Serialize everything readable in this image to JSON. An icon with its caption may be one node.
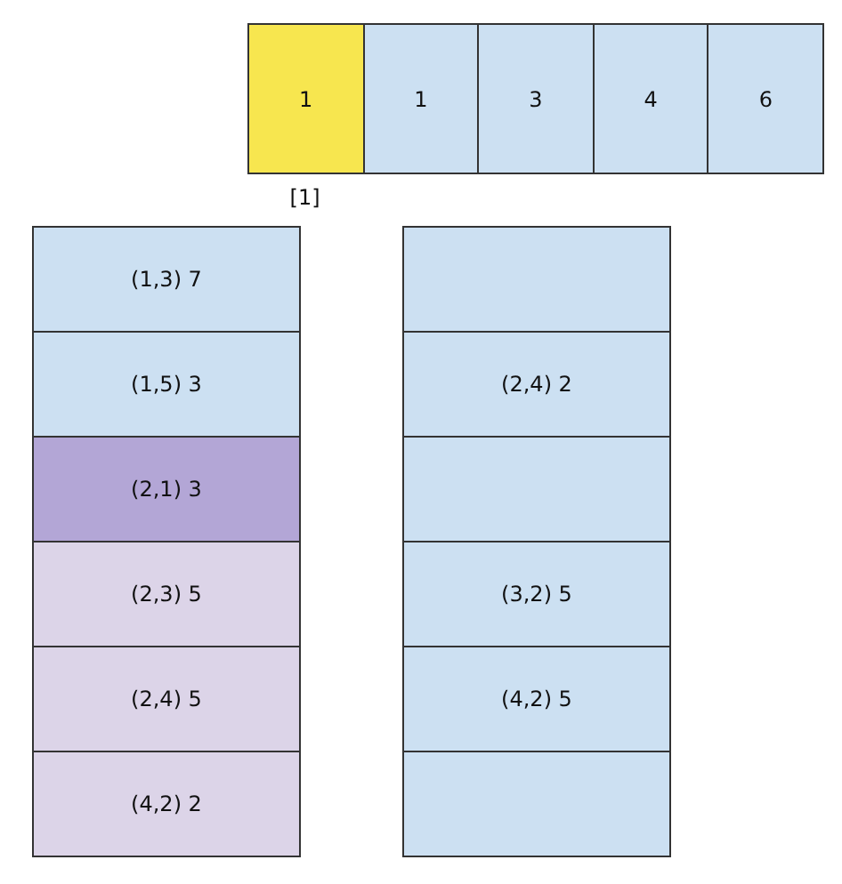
{
  "diagram": {
    "nodes": [
      {
        "text": [
          "1"
        ],
        "beside": [
          "[1]"
        ]
      },
      {
        "text": [
          "1"
        ]
      },
      {
        "text": [
          "3"
        ]
      },
      {
        "text": [
          "4"
        ]
      },
      {
        "text": [
          "6"
        ]
      },
      {
        "text": [
          "(1,3) 7"
        ]
      },
      {
        "text": [
          "(1,5) 3"
        ]
      },
      {
        "text": [
          "(2,1) 3"
        ]
      },
      {
        "text": [
          "(2,3) 5"
        ]
      },
      {
        "text": [
          "(2,4) 5"
        ]
      },
      {
        "text": [
          "(4,2) 2"
        ]
      },
      {
        "text": [],
        "shape": "box"
      },
      {
        "text": [
          "(2,4) 2"
        ]
      },
      {
        "text": [],
        "shape": "box"
      },
      {
        "text": [
          "(3,2) 5"
        ]
      },
      {
        "text": [
          "(4,2) 5"
        ]
      },
      {
        "text": [],
        "shape": "box"
      }
    ]
  }
}
